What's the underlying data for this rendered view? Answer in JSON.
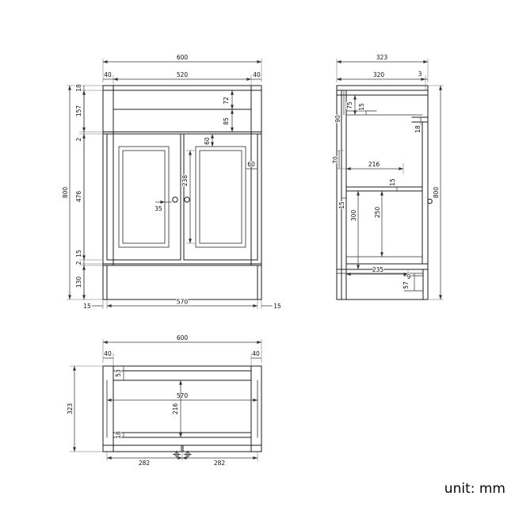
{
  "unit_label": "unit: mm",
  "front": {
    "w600": "600",
    "w40l": "40",
    "w520": "520",
    "w40r": "40",
    "h800": "800",
    "c18": "18",
    "c157": "157",
    "c2a": "2",
    "c476": "476",
    "c15": "15",
    "c2b": "2",
    "c130": "130",
    "v72": "72",
    "v85": "85",
    "v60top": "60",
    "v60side": "60",
    "v238": "238",
    "v35": "35",
    "b15l": "15",
    "b570": "570",
    "b15r": "15"
  },
  "side": {
    "d323": "323",
    "d320": "320",
    "d3": "3",
    "h800": "800",
    "t18": "18",
    "v75": "75",
    "v15top": "15",
    "v90": "90",
    "v70": "70",
    "h216": "216",
    "v15shelf": "15",
    "v15back": "15",
    "v300": "300",
    "v250": "250",
    "h235": "235",
    "v9": "9",
    "v57": "57"
  },
  "plan": {
    "w600": "600",
    "w40l": "40",
    "w40r": "40",
    "d323": "323",
    "v53": "53",
    "h570": "570",
    "v216": "216",
    "v18": "18",
    "b282l": "282",
    "b282r": "282"
  }
}
